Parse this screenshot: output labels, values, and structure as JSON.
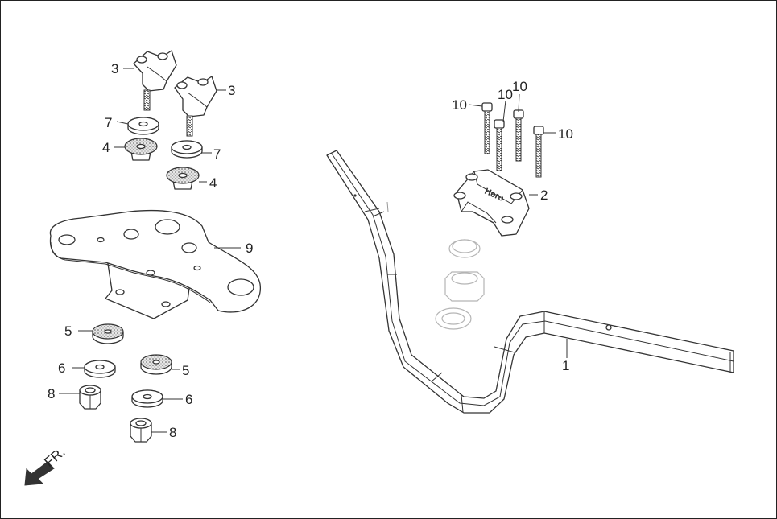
{
  "callouts": [
    {
      "id": "c1",
      "text": "1"
    },
    {
      "id": "c2",
      "text": "2"
    },
    {
      "id": "c3a",
      "text": "3"
    },
    {
      "id": "c3b",
      "text": "3"
    },
    {
      "id": "c4a",
      "text": "4"
    },
    {
      "id": "c4b",
      "text": "4"
    },
    {
      "id": "c5a",
      "text": "5"
    },
    {
      "id": "c5b",
      "text": "5"
    },
    {
      "id": "c6a",
      "text": "6"
    },
    {
      "id": "c6b",
      "text": "6"
    },
    {
      "id": "c7a",
      "text": "7"
    },
    {
      "id": "c7b",
      "text": "7"
    },
    {
      "id": "c8a",
      "text": "8"
    },
    {
      "id": "c8b",
      "text": "8"
    },
    {
      "id": "c9",
      "text": "9"
    },
    {
      "id": "c10a",
      "text": "10"
    },
    {
      "id": "c10b",
      "text": "10"
    },
    {
      "id": "c10c",
      "text": "10"
    },
    {
      "id": "c10d",
      "text": "10"
    }
  ],
  "clamp_logo": "Hero",
  "front_arrow": {
    "label": "FR."
  },
  "colors": {
    "line": "#333333",
    "fill": "#ffffff",
    "knurl": "#d9d9d9",
    "ghost": "#b5b5b5"
  }
}
